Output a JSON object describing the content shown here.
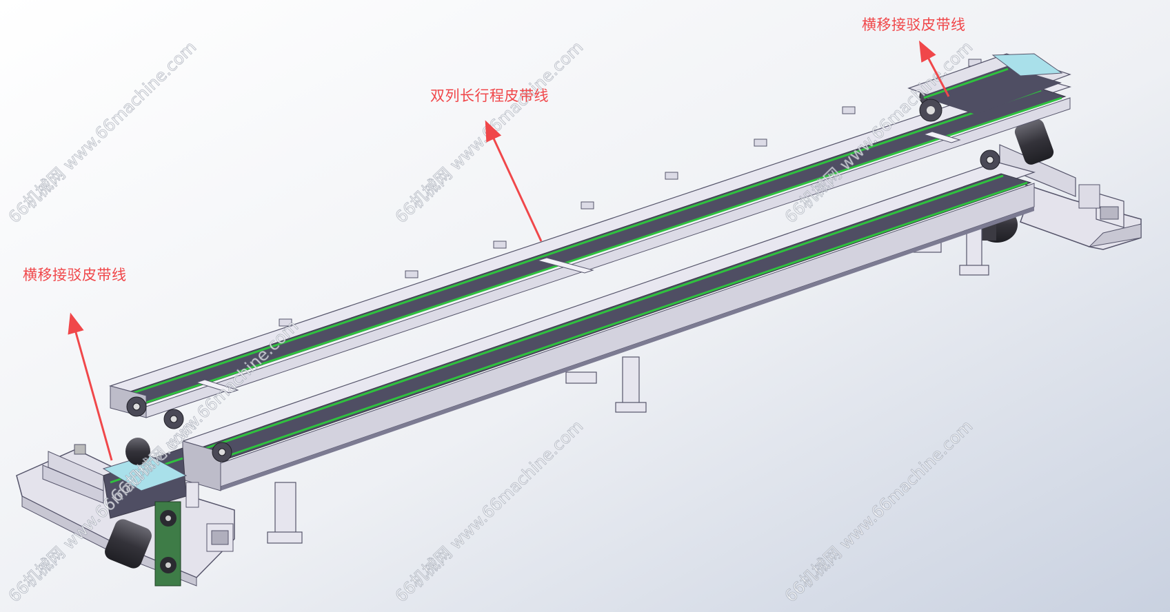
{
  "callouts": {
    "left": {
      "text": "横移接驳皮带线"
    },
    "middle": {
      "text": "双列长行程皮带线"
    },
    "right": {
      "text": "横移接驳皮带线"
    }
  },
  "watermark": {
    "text": "66机械网 www.66machine.com"
  },
  "colors": {
    "callout": "#f0474a",
    "belt": "#2fc23e",
    "frame": "#dcdbe6",
    "frame_dark": "#5b5a70",
    "motor": "#3e3d45",
    "bracket": "#3e7c47"
  }
}
